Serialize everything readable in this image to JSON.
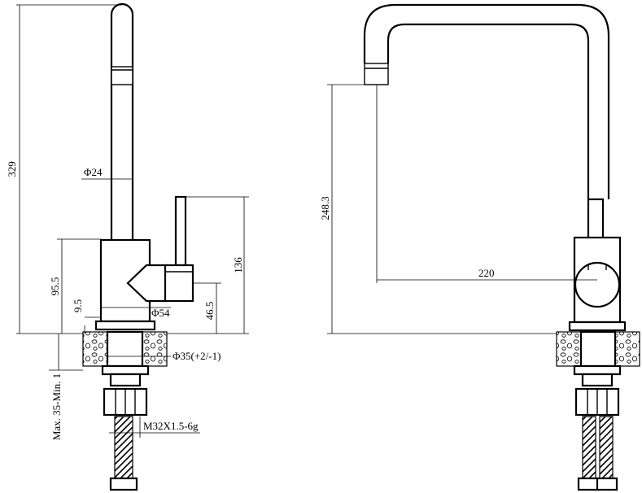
{
  "side_view": {
    "labels": {
      "overall_height": "329",
      "spout_diameter": "Φ24",
      "lever_height": "136",
      "body_height": "95.5",
      "offset": "9.5",
      "body_diameter": "Φ54",
      "handle_height": "46.5",
      "hole_diameter": "Φ35(+2/-1)",
      "counter_thickness": "Max. 35-Min. 1",
      "thread": "M32X1.5-6g"
    }
  },
  "front_view": {
    "labels": {
      "spout_height": "248.3",
      "spout_reach": "220"
    }
  }
}
